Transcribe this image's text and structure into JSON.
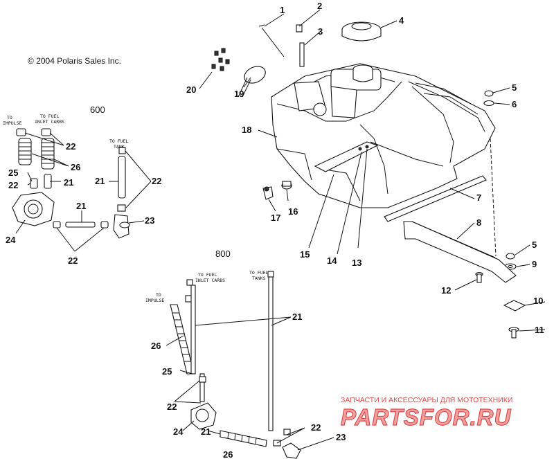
{
  "copyright": "© 2004 Polaris Sales Inc.",
  "models": {
    "m600": "600",
    "m800": "800"
  },
  "callouts": {
    "c1": "1",
    "c2": "2",
    "c3": "3",
    "c4": "4",
    "c5a": "5",
    "c5b": "5",
    "c6": "6",
    "c7": "7",
    "c8": "8",
    "c9": "9",
    "c10": "10",
    "c11": "11",
    "c12": "12",
    "c13": "13",
    "c14": "14",
    "c15": "15",
    "c16": "16",
    "c17": "17",
    "c18": "18",
    "c19": "19",
    "c20": "20",
    "l22a": "22",
    "l26a": "26",
    "l25a": "25",
    "l22b": "22",
    "l21a": "21",
    "l24a": "24",
    "l21b": "21",
    "l22c": "22",
    "l21c": "21",
    "l23a": "23",
    "l22d": "22",
    "l21d": "21",
    "l26b": "26",
    "l25b": "25",
    "l22e": "22",
    "l24b": "24",
    "l21e": "21",
    "l26c": "26",
    "l22f": "22",
    "l23b": "23"
  },
  "notes": {
    "to_impulse_1": "TO",
    "to_impulse_2": "IMPULSE",
    "to_fuel_inlet_1": "TO FUEL",
    "to_fuel_inlet_2": "INLET CARBS",
    "to_fuel_tank_1": "TO FUEL",
    "to_fuel_tank_2": "TANK",
    "b_to_impulse_1": "TO",
    "b_to_impulse_2": "IMPULSE",
    "b_to_fuel_inlet_1": "TO FUEL",
    "b_to_fuel_inlet_2": "INLET CARBS",
    "b_to_fuel_tank_1": "TO FUEL",
    "b_to_fuel_tank_2": "TANKS"
  },
  "watermark": {
    "tagline": "ЗАПЧАСТИ И АКСЕССУАРЫ ДЛЯ МОТОТЕХНИКИ",
    "brand": "PARTSFOR.RU"
  },
  "colors": {
    "ink": "#111111",
    "watermark": "#e04a4a",
    "watermark_light": "#f2a0a0"
  }
}
